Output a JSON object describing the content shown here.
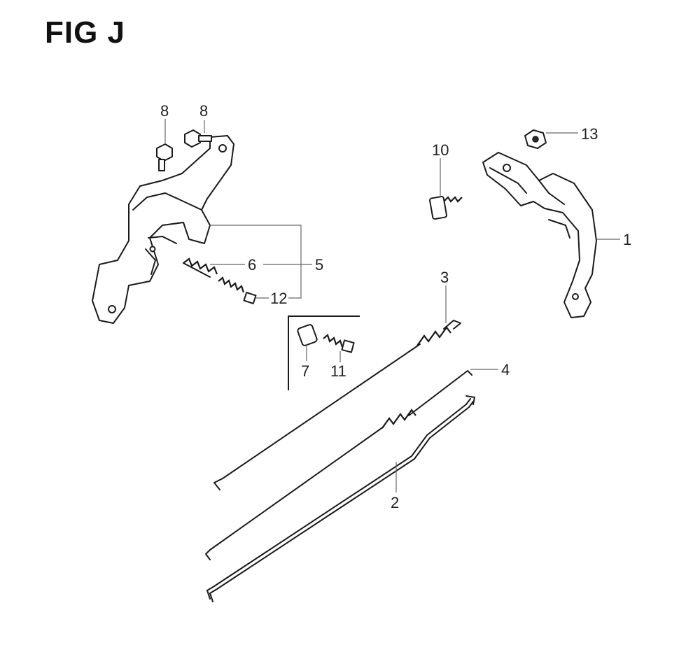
{
  "figure": {
    "title": "FIG J"
  },
  "callouts": {
    "part_1": "1",
    "part_2": "2",
    "part_3": "3",
    "part_4": "4",
    "part_5": "5",
    "part_6": "6",
    "part_7": "7",
    "part_8a": "8",
    "part_8b": "8",
    "part_10": "10",
    "part_11": "11",
    "part_12": "12",
    "part_13": "13"
  }
}
